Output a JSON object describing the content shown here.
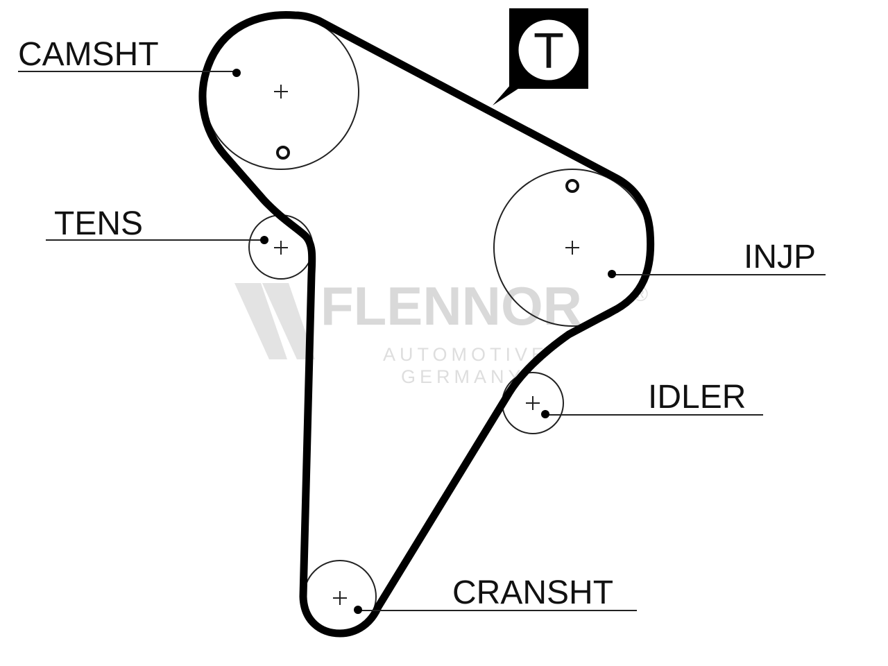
{
  "labels": {
    "camshaft": "CAMSHT",
    "tensioner": "TENS",
    "injection_pump": "INJP",
    "idler": "IDLER",
    "crankshaft": "CRANSHT"
  },
  "timing_marker": "T",
  "watermark": {
    "brand": "FLENNOR",
    "registered": "®",
    "line1": "AUTOMOTIVE",
    "line2": "GERMANY"
  },
  "colors": {
    "belt": "#000000",
    "line": "#111111",
    "watermark": "#d9d9d9"
  }
}
